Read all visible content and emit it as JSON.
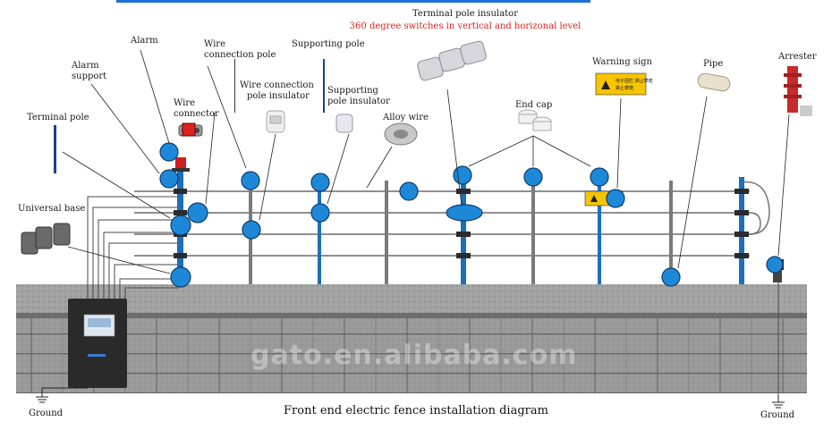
{
  "labels": {
    "terminal_pole_insulator": "Terminal pole insulator",
    "switch_note": "360 degree switches in vertical and horizonal level",
    "alarm": "Alarm",
    "wire_connection_pole_l1": "Wire",
    "wire_connection_pole_l2": "connection pole",
    "supporting_pole": "Supporting pole",
    "alarm_support_l1": "Alarm",
    "alarm_support_l2": "support",
    "wire_connection_pole_insulator_l1": "Wire connection",
    "wire_connection_pole_insulator_l2": "pole insulator",
    "supporting_pole_insulator_l1": "Supporting",
    "supporting_pole_insulator_l2": "pole insulator",
    "wire_connector_l1": "Wire",
    "wire_connector_l2": "connector",
    "alloy_wire": "Alloy wire",
    "end_cap": "End cap",
    "warning_sign": "Warning sign",
    "pipe": "Pipe",
    "arrester": "Arrester",
    "terminal_pole": "Terminal pole",
    "universal_base": "Universal base"
  },
  "caption": "Front end electric fence installation diagram",
  "ground_left": "Ground",
  "ground_right": "Ground",
  "watermark": "gato.en.alibaba.com",
  "sign_text": "电子围栏 禁止攀爬",
  "colors": {
    "accent_blue": "#1e88d8",
    "pole_blue": "#1c3f8f",
    "note_red": "#e02020",
    "wall": "#8d8d8d",
    "sign_yellow": "#f6c400"
  }
}
